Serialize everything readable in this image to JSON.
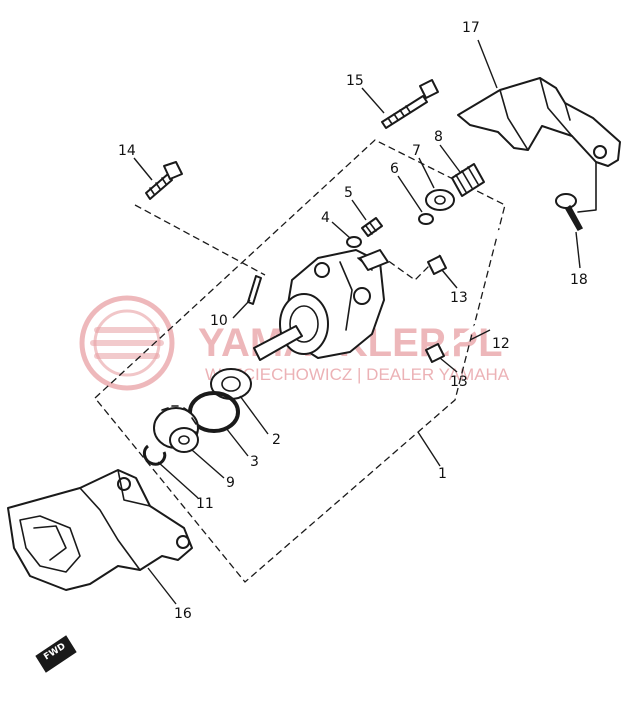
{
  "watermark": {
    "main": "YAMASKLEP.PL",
    "sub": "WOJCIECHOWICZ | DEALER YAMAHA",
    "color": "#e8a0a4"
  },
  "labels": {
    "p1": "1",
    "p2": "2",
    "p3": "3",
    "p4": "4",
    "p5": "5",
    "p6": "6",
    "p7": "7",
    "p8": "8",
    "p9": "9",
    "p10": "10",
    "p11": "11",
    "p12": "12",
    "p13a": "13",
    "p13b": "13",
    "p14": "14",
    "p15": "15",
    "p16": "16",
    "p17": "17",
    "p18": "18"
  },
  "fwd_marker": "FWD"
}
